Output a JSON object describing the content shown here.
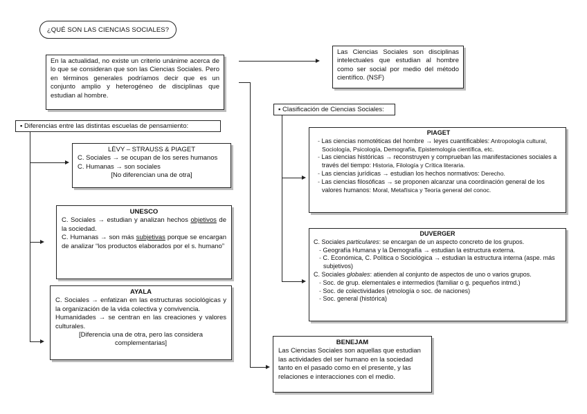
{
  "title": "¿QUÉ SON LAS CIENCIAS SOCIALES?",
  "intro": "En la actualidad, no existe un criterio unánime acerca de lo que se consideran que son las Ciencias Sociales. Pero en términos generales podríamos decir que es un conjunto amplio y heterogéneo de disciplinas que estudian al hombre.",
  "definition": "Las Ciencias Sociales son disciplinas intelectuales que estudian al hombre como ser social por medio del método científico. (NSF)",
  "left_header": "Diferencias entre las distintas escuelas de pensamiento:",
  "right_header": "Clasificación de Ciencias Sociales:",
  "levy": {
    "title": "LÈVY – STRAUSS & PIAGET",
    "lines": [
      "C. Sociales → se ocupan de los seres humanos",
      "C. Humanas → son sociales"
    ],
    "note": "[No diferencian una de otra]"
  },
  "unesco": {
    "title": "UNESCO",
    "p1_pre": "C. Sociales → estudian y analizan hechos ",
    "p1_ul": "objetivos",
    "p1_post": " de la sociedad.",
    "p2_pre": "C. Humanas → son más ",
    "p2_ul": "subjetivas",
    "p2_post": " porque se encargan de analizar “los productos elaborados por el s. humano”"
  },
  "ayala": {
    "title": "AYALA",
    "p1": "C. Sociales → enfatizan en las estructuras sociológicas y la organización de la vida colectiva y convivencia.",
    "p2": "Humanidades → se centran en las creaciones y valores culturales.",
    "note": "[Diferencia una de otra, pero las considera complementarias]"
  },
  "piaget": {
    "title": "PIAGET",
    "items": [
      {
        "head": "Las ciencias nomotéticas del hombre → leyes cuantificables:",
        "body": " Antropología cultural, Sociología, Psicología, Demografía, Epistemología científica, etc."
      },
      {
        "head": "Las ciencias históricas → reconstruyen y comprueban las manifestaciones sociales a través del tiempo:",
        "body": " Historia, Filología y Crítica literaria."
      },
      {
        "head": "Las ciencias jurídicas → estudian los hechos normativos:",
        "body": " Derecho."
      },
      {
        "head": "Las ciencias filosóficas → se proponen alcanzar una coordinación general de los valores humanos:",
        "body": " Moral, Metafísica y Teoría general del conoc."
      }
    ]
  },
  "duverger": {
    "title": "DUVERGER",
    "part_pre": "C. Sociales ",
    "part_em": "particulares",
    "part_post": ": se encargan de un aspecto concreto de los grupos.",
    "part_items": [
      "Geografía Humana y la Demografía → estudian la estructura externa.",
      "C. Económica, C. Política o Sociológica → estudian la estructura interna (aspe. más subjetivos)"
    ],
    "glob_pre": "C. Sociales ",
    "glob_em": "globales",
    "glob_post": ": atienden al conjunto de aspectos de uno o varios grupos.",
    "glob_items": [
      "Soc. de grup. elementales e intermedios (familiar o g. pequeños intmd.)",
      "Soc. de colectividades (etnología o soc. de naciones)",
      "Soc. general (histórica)"
    ]
  },
  "benejam": {
    "title": "BENEJAM",
    "text": "Las Ciencias Sociales son aquellas que estudian las actividades del ser humano en la sociedad tanto en el pasado como en el presente, y las relaciones e interacciones con el medio."
  }
}
